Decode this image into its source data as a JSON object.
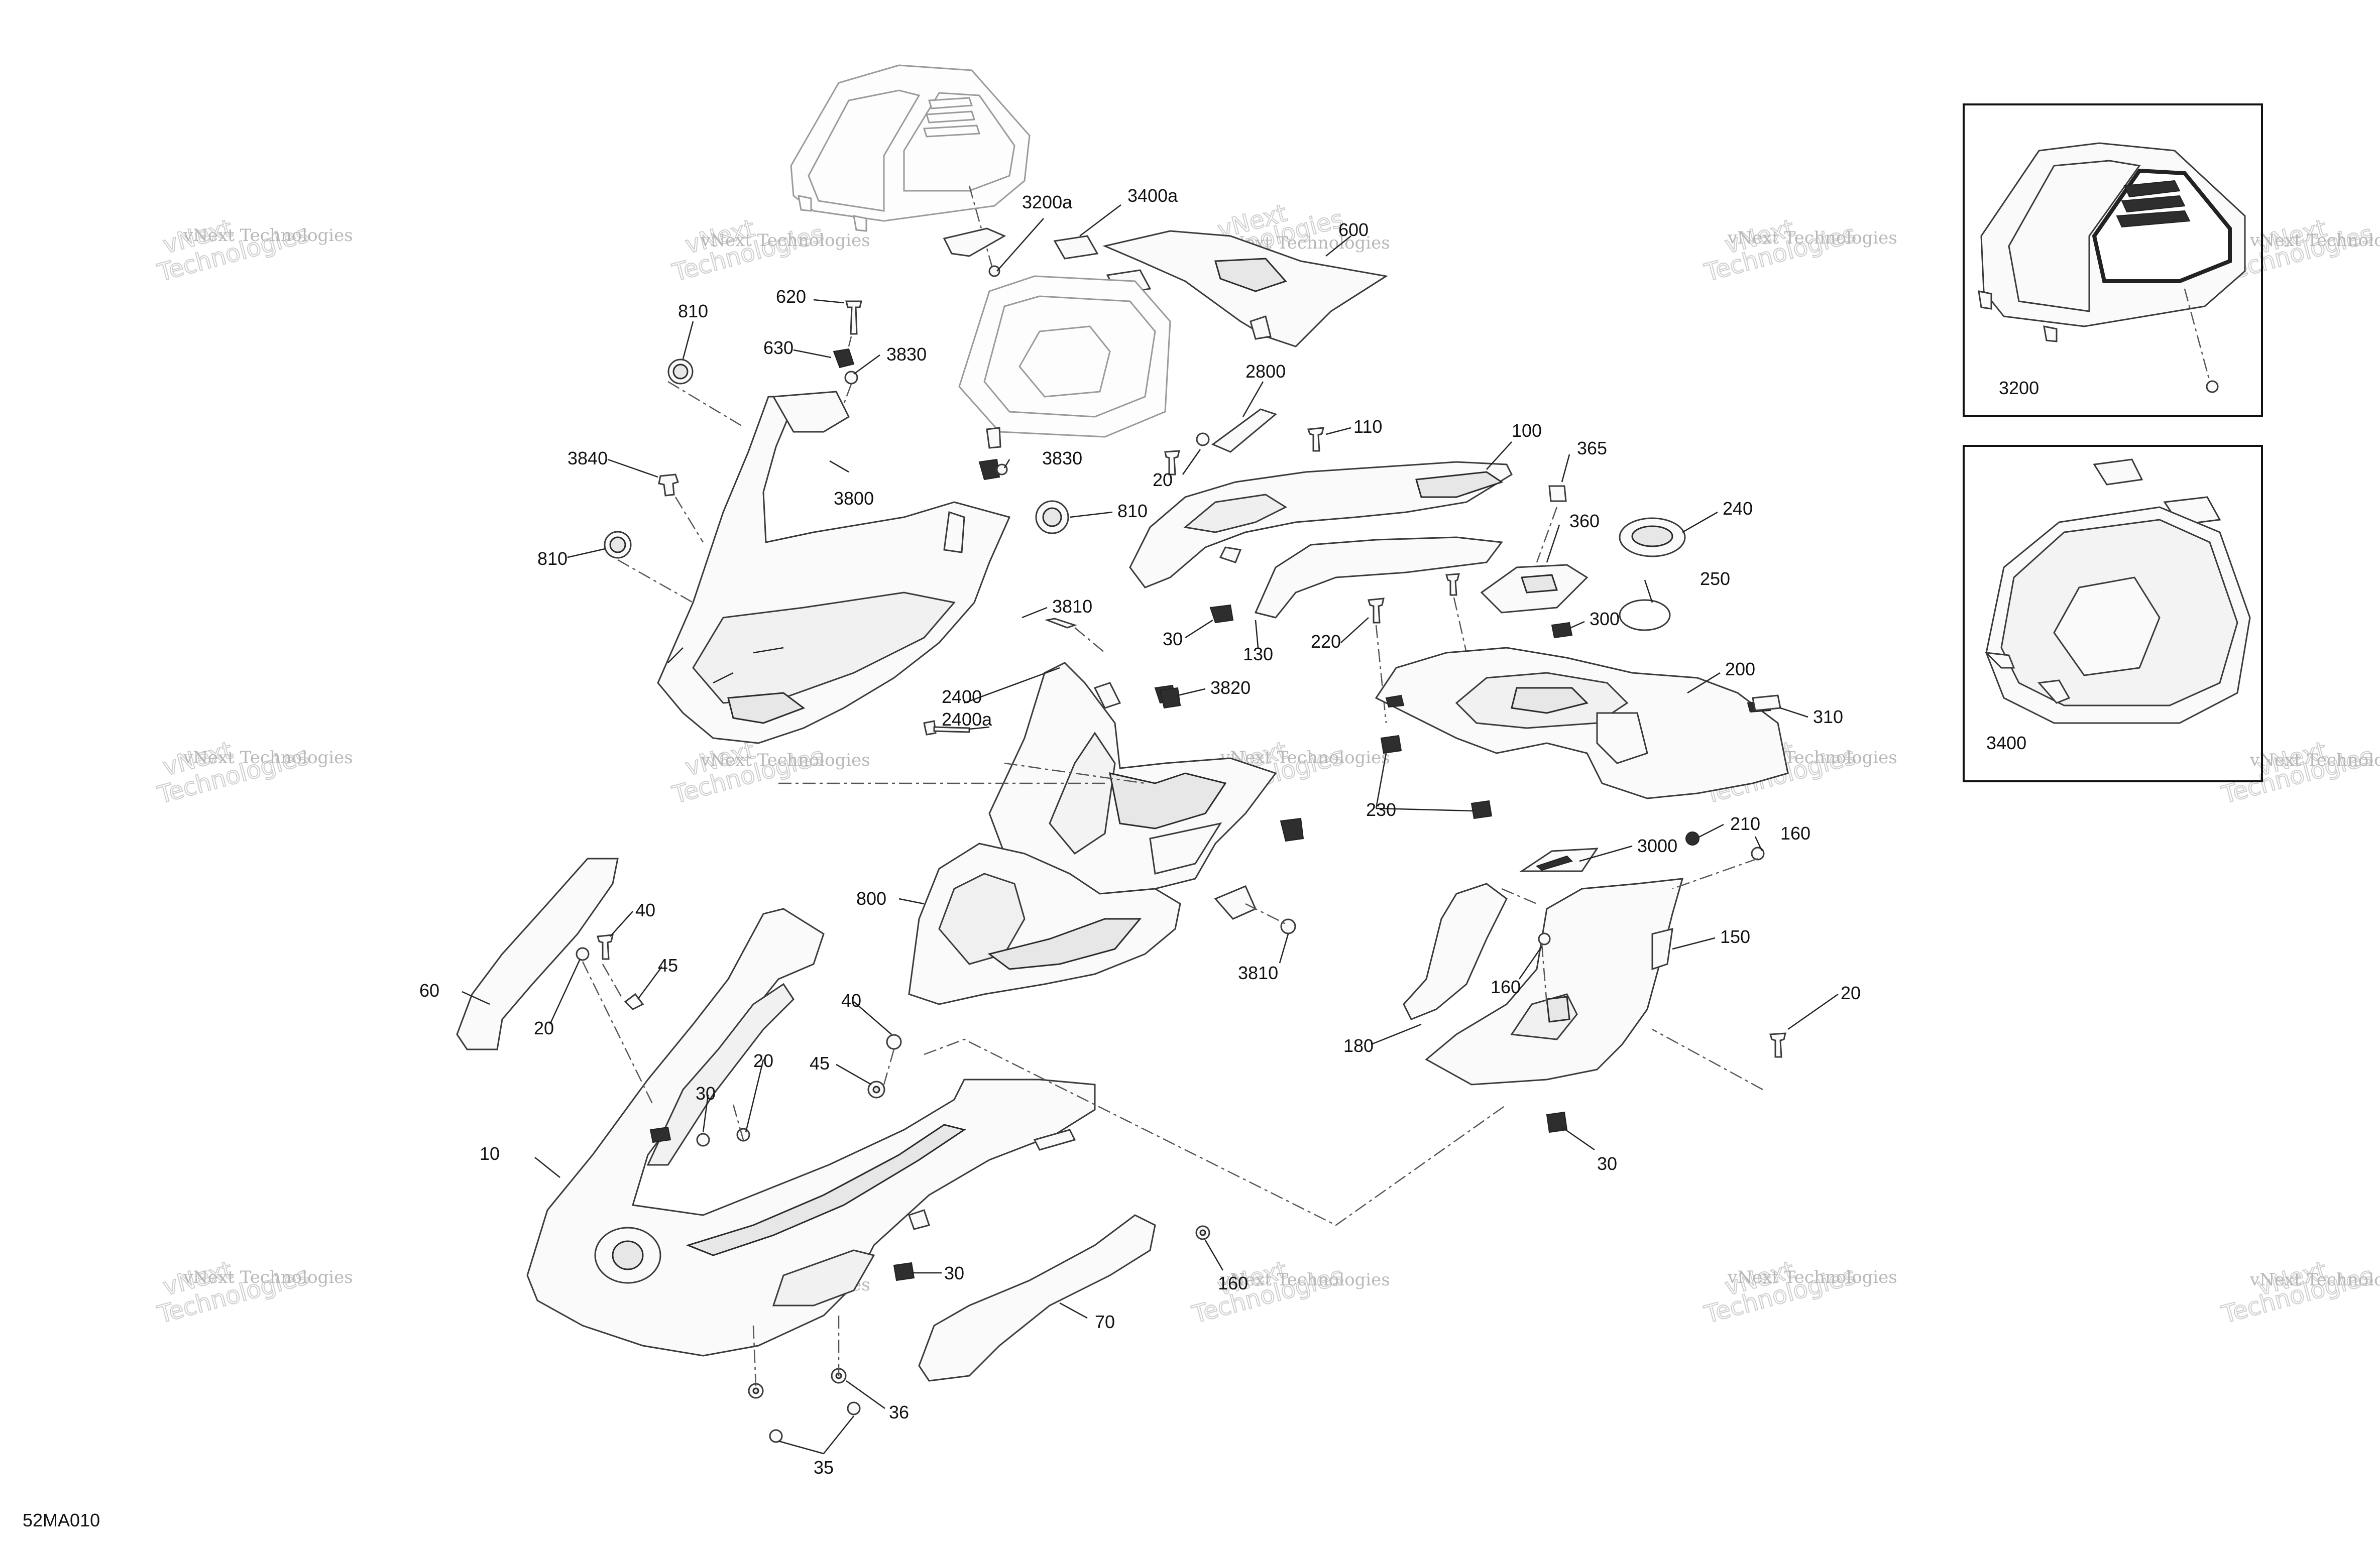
{
  "diagram_code": "52MA010",
  "watermark": {
    "line1": "vNext Technologies",
    "line2": "vNext\nTechnologies"
  },
  "callouts": [
    "3200a",
    "3400a",
    "600",
    "620",
    "810",
    "630",
    "3830",
    "2800",
    "110",
    "100",
    "3840",
    "3800",
    "3830",
    "20",
    "810",
    "365",
    "240",
    "810",
    "360",
    "250",
    "3810",
    "30",
    "130",
    "220",
    "300",
    "200",
    "2400",
    "2400a",
    "3820",
    "310",
    "230",
    "3000",
    "210",
    "160",
    "800",
    "40",
    "150",
    "60",
    "45",
    "3810",
    "160",
    "20",
    "20",
    "40",
    "180",
    "45",
    "20",
    "30",
    "10",
    "30",
    "30",
    "160",
    "70",
    "36",
    "35",
    "3200",
    "3400"
  ]
}
